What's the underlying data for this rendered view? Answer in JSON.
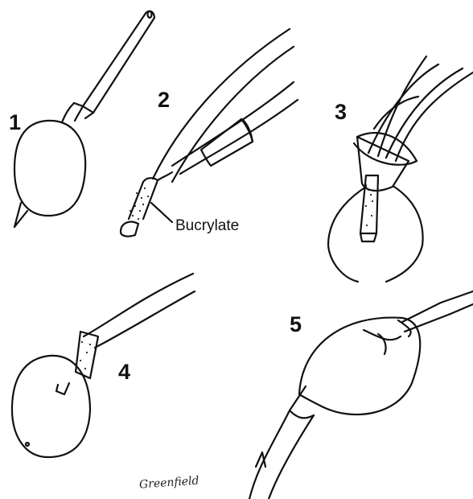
{
  "figure": {
    "panels": [
      {
        "number": "1"
      },
      {
        "number": "2",
        "callout": "Bucrylate"
      },
      {
        "number": "3"
      },
      {
        "number": "4"
      },
      {
        "number": "5"
      }
    ],
    "signature": "Greenfield"
  },
  "colors": {
    "ink": "#111111",
    "background": "#ffffff"
  }
}
